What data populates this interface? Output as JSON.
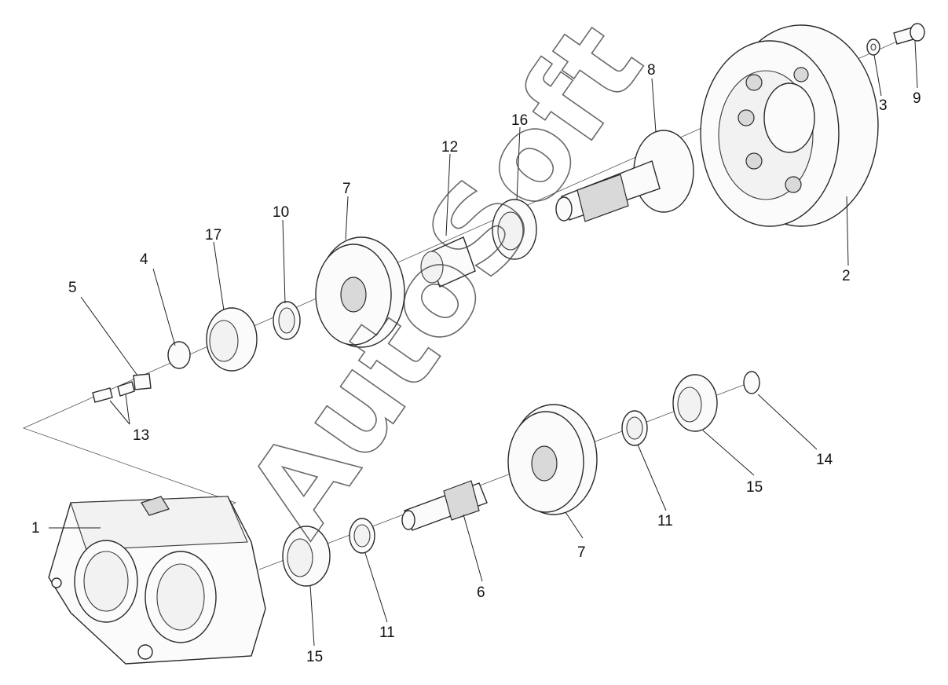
{
  "watermark": "AutoSoft",
  "labels": {
    "l1": "1",
    "l2": "2",
    "l3": "3",
    "l4": "4",
    "l5": "5",
    "l6": "6",
    "l7a": "7",
    "l7b": "7",
    "l8": "8",
    "l9": "9",
    "l10": "10",
    "l11a": "11",
    "l11b": "11",
    "l12": "12",
    "l13": "13",
    "l14": "14",
    "l15a": "15",
    "l15b": "15",
    "l16": "16",
    "l17": "17"
  }
}
